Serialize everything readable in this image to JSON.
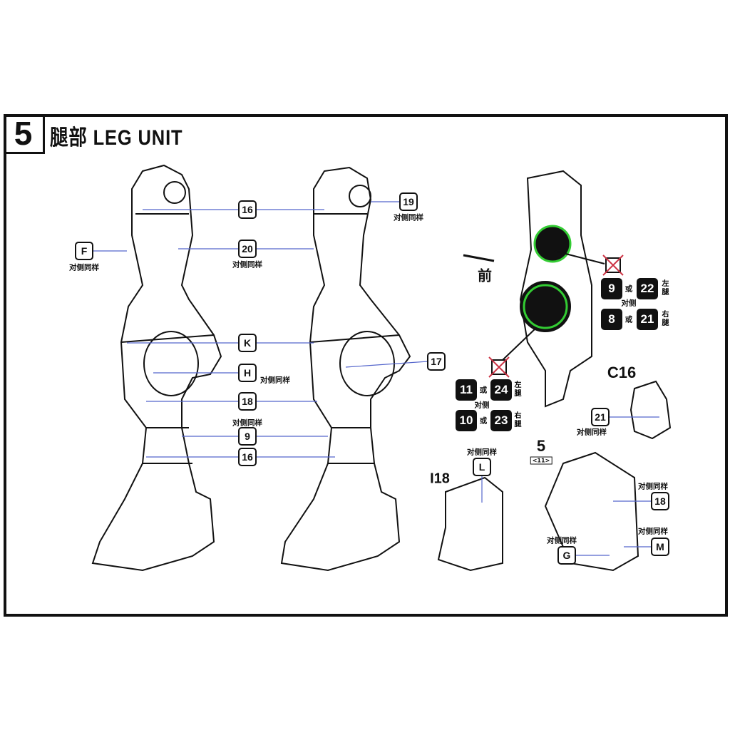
{
  "step": {
    "number": "5",
    "title": "腿部 LEG UNIT"
  },
  "common": {
    "mirror": "对侧同样",
    "opposite": "对侧",
    "or": "或",
    "front": "前",
    "left_leg": "左腿",
    "right_leg": "右腿"
  },
  "callouts": {
    "F": "F",
    "c16a": "16",
    "c20": "20",
    "K": "K",
    "H": "H",
    "c18": "18",
    "c9": "9",
    "c16b": "16",
    "c19": "19",
    "c17": "17",
    "L": "L",
    "c18b": "18",
    "M": "M",
    "G": "G",
    "c21": "21"
  },
  "stickers": {
    "upper": {
      "left_a": "9",
      "left_b": "22",
      "right_a": "8",
      "right_b": "21"
    },
    "lower": {
      "left_a": "11",
      "left_b": "24",
      "right_a": "10",
      "right_b": "23"
    }
  },
  "runners": {
    "C16": "C16",
    "I18": "I18",
    "sub_step": "5",
    "sub_step_ref": "<11>"
  },
  "colors": {
    "leader_line": "#5566cc",
    "sticker_green": "#33cc33",
    "cross": "#cc3344"
  }
}
